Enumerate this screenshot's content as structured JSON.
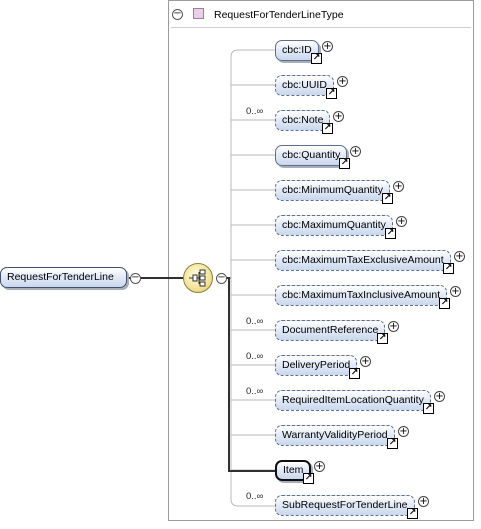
{
  "root": {
    "label": "RequestForTenderLine"
  },
  "type": {
    "name": "RequestForTenderLineType"
  },
  "elements": [
    {
      "label": "cbc:ID",
      "cardinality": "",
      "dashed": false,
      "selected": false
    },
    {
      "label": "cbc:UUID",
      "cardinality": "",
      "dashed": true,
      "selected": false
    },
    {
      "label": "cbc:Note",
      "cardinality": "0..∞",
      "dashed": true,
      "selected": false
    },
    {
      "label": "cbc:Quantity",
      "cardinality": "",
      "dashed": false,
      "selected": false
    },
    {
      "label": "cbc:MinimumQuantity",
      "cardinality": "",
      "dashed": true,
      "selected": false
    },
    {
      "label": "cbc:MaximumQuantity",
      "cardinality": "",
      "dashed": true,
      "selected": false
    },
    {
      "label": "cbc:MaximumTaxExclusiveAmount",
      "cardinality": "",
      "dashed": true,
      "selected": false
    },
    {
      "label": "cbc:MaximumTaxInclusiveAmount",
      "cardinality": "",
      "dashed": true,
      "selected": false
    },
    {
      "label": "DocumentReference",
      "cardinality": "0..∞",
      "dashed": true,
      "selected": false
    },
    {
      "label": "DeliveryPeriod",
      "cardinality": "0..∞",
      "dashed": true,
      "selected": false
    },
    {
      "label": "RequiredItemLocationQuantity",
      "cardinality": "0..∞",
      "dashed": true,
      "selected": false
    },
    {
      "label": "WarrantyValidityPeriod",
      "cardinality": "",
      "dashed": true,
      "selected": false
    },
    {
      "label": "Item",
      "cardinality": "",
      "dashed": false,
      "selected": true
    },
    {
      "label": "SubRequestForTenderLine",
      "cardinality": "0..∞",
      "dashed": true,
      "selected": false
    }
  ]
}
